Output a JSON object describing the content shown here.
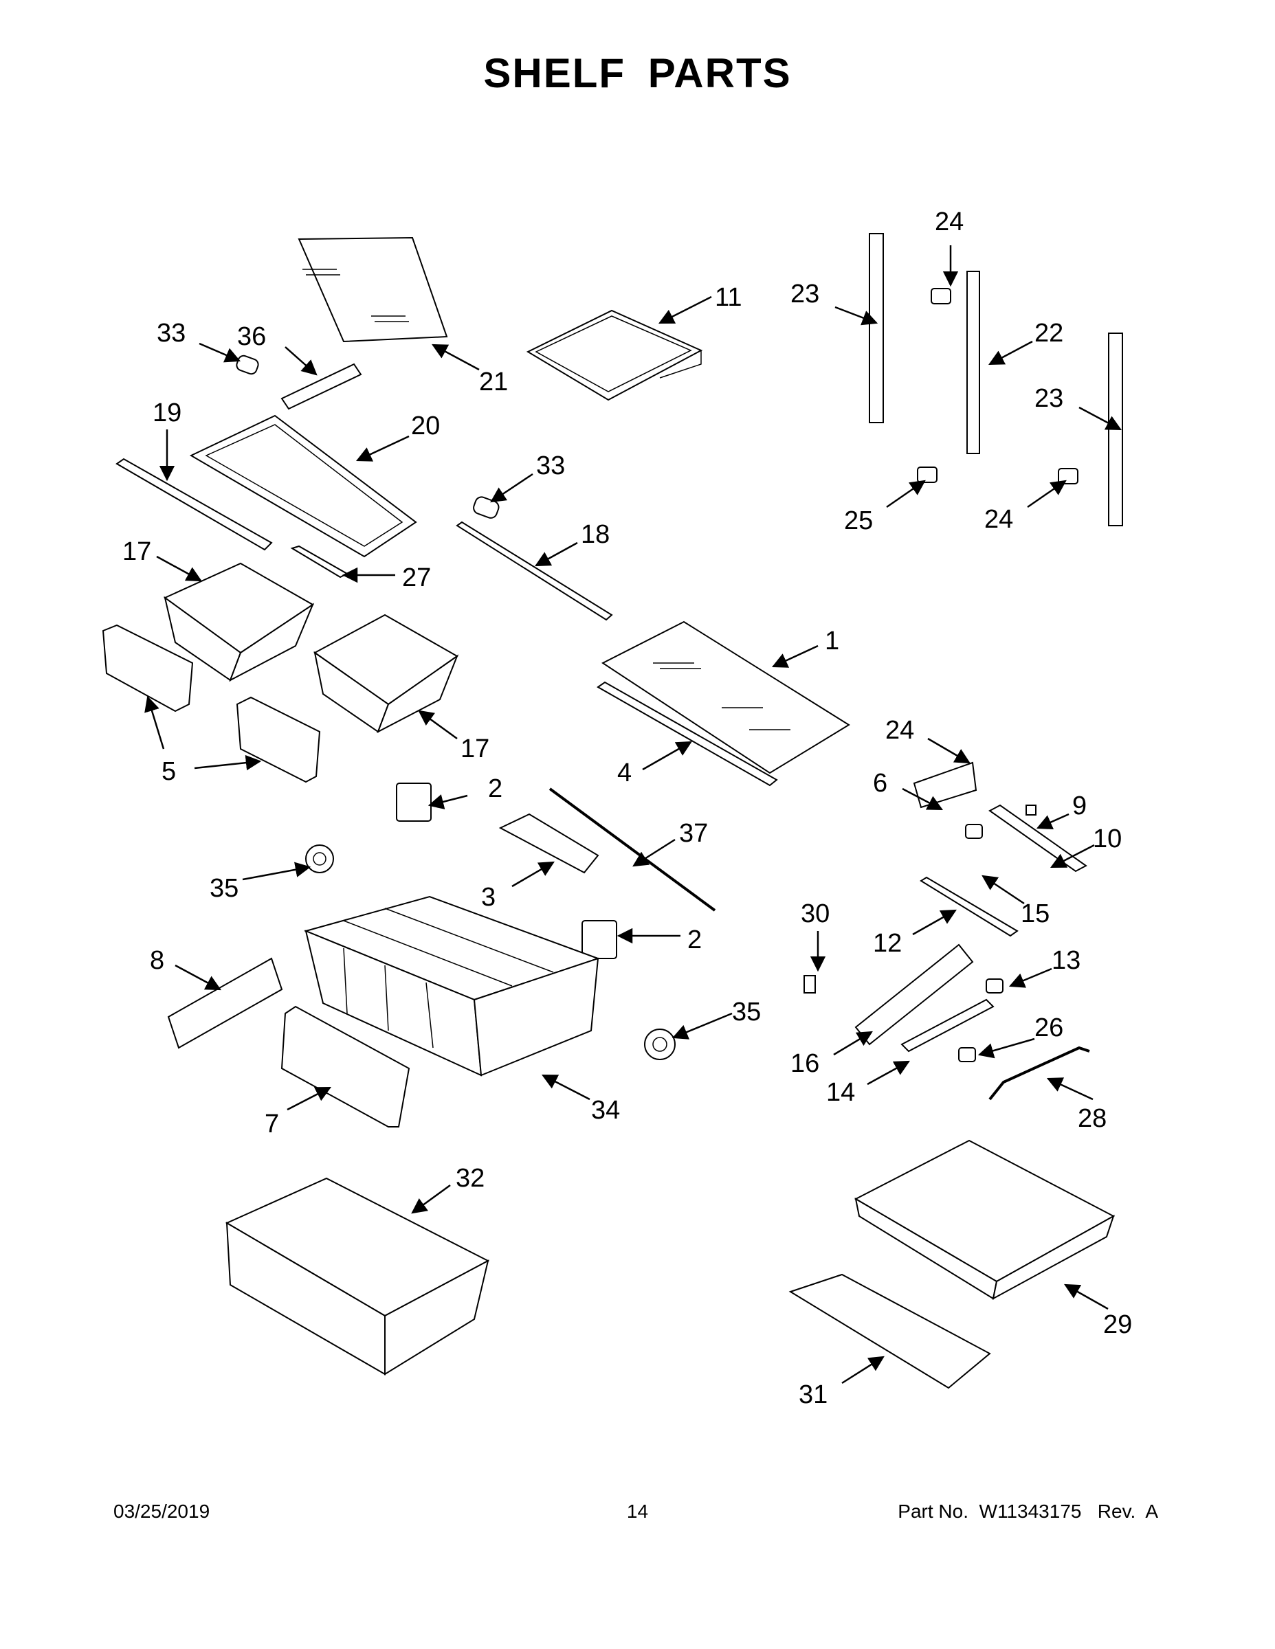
{
  "page": {
    "title": "SHELF  PARTS"
  },
  "callouts": {
    "c1": "1",
    "c2a": "2",
    "c2b": "2",
    "c3": "3",
    "c4": "4",
    "c5": "5",
    "c6": "6",
    "c7": "7",
    "c8": "8",
    "c9": "9",
    "c10": "10",
    "c11": "11",
    "c12": "12",
    "c13": "13",
    "c14": "14",
    "c15": "15",
    "c16": "16",
    "c17a": "17",
    "c17b": "17",
    "c18": "18",
    "c19": "19",
    "c20": "20",
    "c21": "21",
    "c22": "22",
    "c23a": "23",
    "c23b": "23",
    "c24a": "24",
    "c24b": "24",
    "c24c": "24",
    "c25": "25",
    "c26": "26",
    "c27": "27",
    "c28": "28",
    "c29": "29",
    "c30": "30",
    "c31": "31",
    "c32": "32",
    "c33a": "33",
    "c33b": "33",
    "c34": "34",
    "c35a": "35",
    "c35b": "35",
    "c36": "36",
    "c37": "37"
  },
  "footer": {
    "date": "03/25/2019",
    "page_number": "14",
    "part_number": "Part No.  W11343175   Rev.  A"
  }
}
